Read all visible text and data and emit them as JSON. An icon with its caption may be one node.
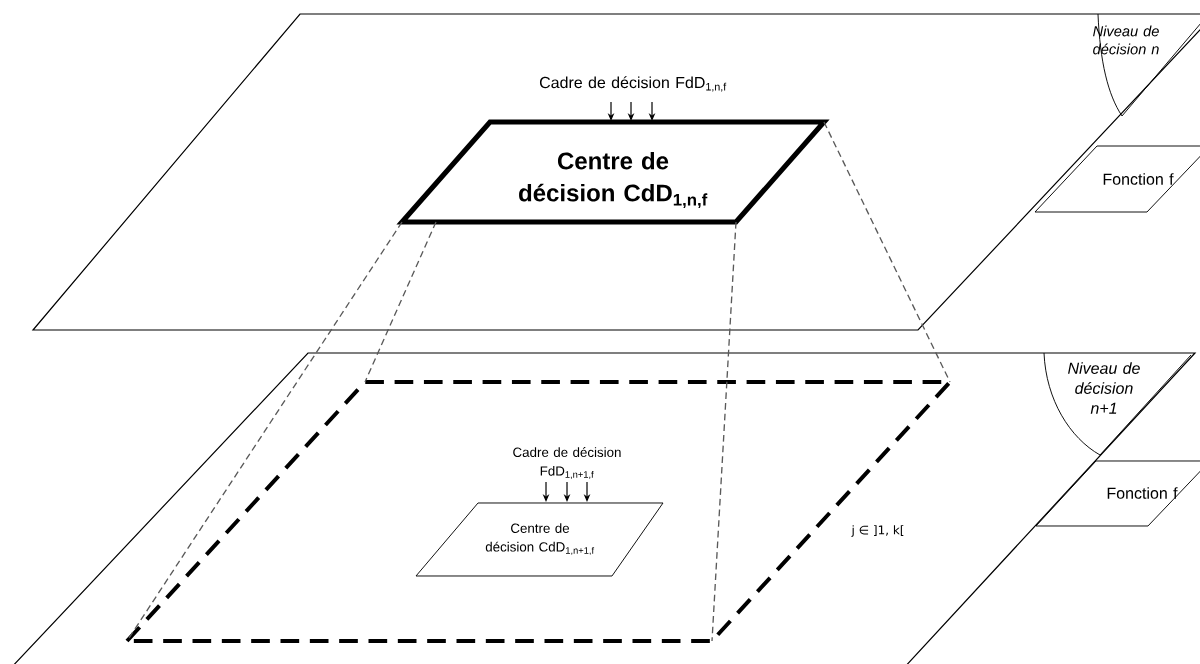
{
  "diagram": {
    "nodes": [
      {
        "text": [],
        "shape": "parallelogram"
      },
      {
        "text": [
          "Niveau de décision n"
        ],
        "in": 0
      },
      {
        "text": [
          "Fonction f"
        ]
      },
      {
        "text": [
          "Centre de décision CdD$_{1,n,f}$"
        ],
        "in": 0
      },
      {
        "text": [
          "Cadre de décision FdD$_{1,n,f}$"
        ],
        "in": 0
      },
      {
        "text": [],
        "shape": "parallelogram"
      },
      {
        "text": [
          "Niveau de décision n+1"
        ],
        "in": 5
      },
      {
        "text": [
          "Fonction f"
        ]
      },
      {
        "text": [],
        "shape": "parallelogram",
        "in": 5
      },
      {
        "text": [
          "Cadre de décision FdD$_{1,n+1,f}$"
        ],
        "in": 8
      },
      {
        "text": [
          "Centre de décision CdD$_{1,n+1,f}$"
        ],
        "in": 8
      }
    ],
    "edges": [
      {
        "from": 4,
        "to": 3,
        "arrow": "to"
      },
      {
        "from": 4,
        "to": 3,
        "arrow": "to"
      },
      {
        "from": 4,
        "to": 3,
        "arrow": "to"
      },
      {
        "from": 3,
        "to": 8,
        "arrow": "none",
        "style": "dashed"
      },
      {
        "from": 3,
        "to": 8,
        "arrow": "none",
        "style": "dashed"
      },
      {
        "from": 3,
        "to": 8,
        "arrow": "none",
        "style": "dashed"
      },
      {
        "from": 3,
        "to": 8,
        "arrow": "none",
        "style": "dashed"
      },
      {
        "from": 9,
        "to": 10,
        "arrow": "to"
      },
      {
        "from": 9,
        "to": 10,
        "arrow": "to"
      },
      {
        "from": 9,
        "to": 10,
        "arrow": "to"
      }
    ],
    "labels": [
      "j ∈ ]1, k["
    ]
  }
}
